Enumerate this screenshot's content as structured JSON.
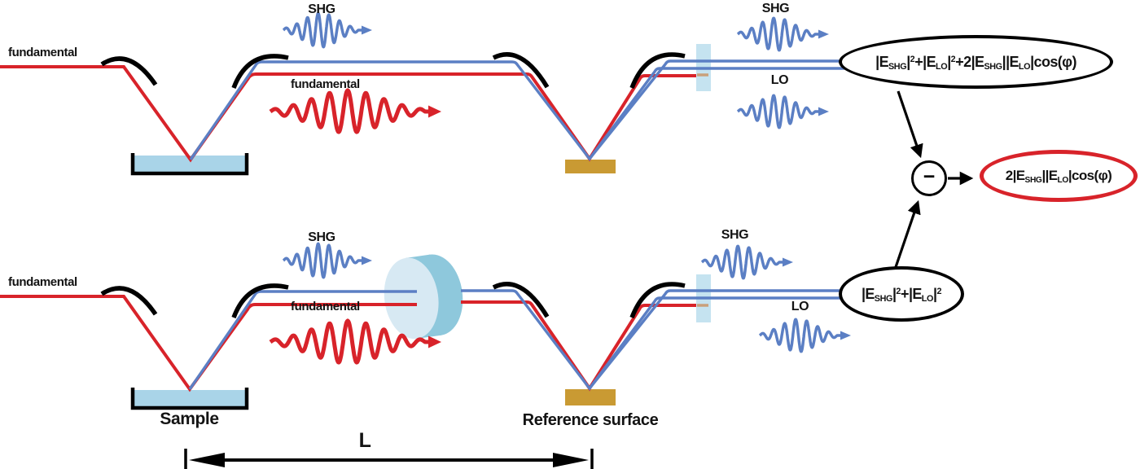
{
  "colors": {
    "fundamental_red": "#d8232a",
    "shg_blue": "#5b7fc4",
    "mirror_black": "#000000",
    "sample_fill": "#a9d4e8",
    "reference_gold": "#c99a33",
    "filter_fill": "#c5e3f0",
    "disk_front": "#d7e9f3",
    "disk_rim": "#8ec8dc",
    "blocked_stub_tan": "#c9a07a",
    "result_outline_red": "#d8232a"
  },
  "top_arm": {
    "input_label": "fundamental",
    "mid_shg_label": "SHG",
    "mid_fundamental_label": "fundamental",
    "out_shg_label": "SHG",
    "out_lo_label": "LO",
    "detector_formula": [
      {
        "k": "m",
        "t": "|E"
      },
      {
        "k": "sub",
        "t": "SHG"
      },
      {
        "k": "m",
        "t": "|"
      },
      {
        "k": "sup",
        "t": "2"
      },
      {
        "k": "m",
        "t": "+|E"
      },
      {
        "k": "sub",
        "t": "LO"
      },
      {
        "k": "m",
        "t": "|"
      },
      {
        "k": "sup",
        "t": "2"
      },
      {
        "k": "m",
        "t": "+2|E"
      },
      {
        "k": "sub",
        "t": "SHG"
      },
      {
        "k": "m",
        "t": "||E"
      },
      {
        "k": "sub",
        "t": "LO"
      },
      {
        "k": "m",
        "t": "|cos(φ)"
      }
    ]
  },
  "bottom_arm": {
    "input_label": "fundamental",
    "mid_shg_label": "SHG",
    "mid_fundamental_label": "fundamental",
    "out_shg_label": "SHG",
    "out_lo_label": "LO",
    "detector_formula": [
      {
        "k": "m",
        "t": "|E"
      },
      {
        "k": "sub",
        "t": "SHG"
      },
      {
        "k": "m",
        "t": "|"
      },
      {
        "k": "sup",
        "t": "2"
      },
      {
        "k": "m",
        "t": "+|E"
      },
      {
        "k": "sub",
        "t": "LO"
      },
      {
        "k": "m",
        "t": "|"
      },
      {
        "k": "sup",
        "t": "2"
      }
    ]
  },
  "components": {
    "sample_label": "Sample",
    "reference_label": "Reference surface",
    "distance_label": "L"
  },
  "subtraction": {
    "operator_symbol": "−",
    "result_formula": [
      {
        "k": "m",
        "t": "2|E"
      },
      {
        "k": "sub",
        "t": "SHG"
      },
      {
        "k": "m",
        "t": "||E"
      },
      {
        "k": "sub",
        "t": "LO"
      },
      {
        "k": "m",
        "t": "|cos(φ)"
      }
    ]
  }
}
